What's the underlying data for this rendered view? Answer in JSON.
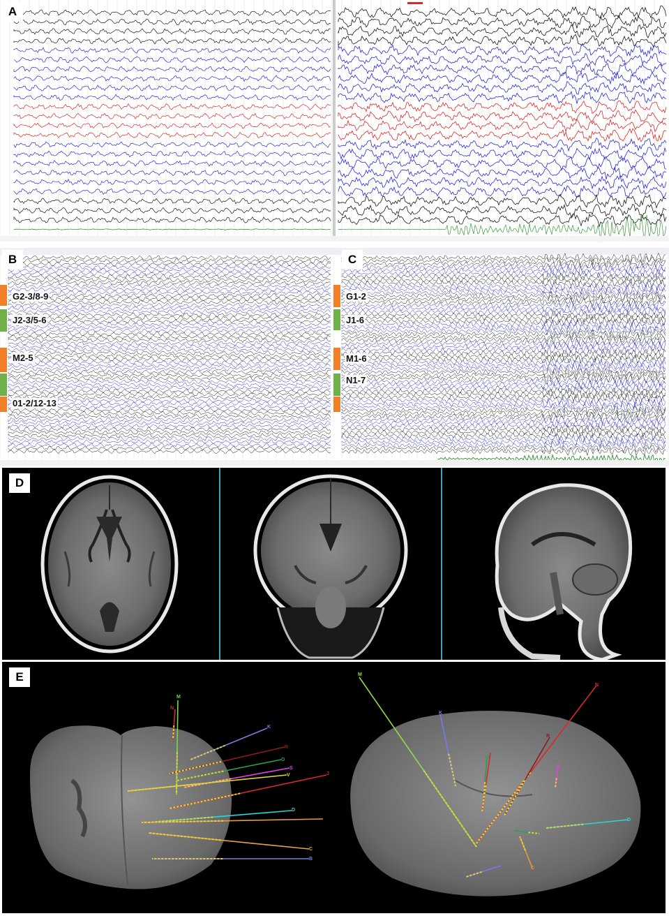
{
  "panels": {
    "a": {
      "label": "A"
    },
    "b": {
      "label": "B",
      "channels": [
        "G2-3/8-9",
        "J2-3/5-6",
        "M2-5",
        "01-2/12-13"
      ]
    },
    "c": {
      "label": "C",
      "channels": [
        "G1-2",
        "J1-6",
        "M1-6",
        "N1-7"
      ]
    },
    "d": {
      "label": "D"
    },
    "e": {
      "label": "E",
      "left_electrodes": [
        "M",
        "N",
        "K",
        "R",
        "O",
        "S",
        "V",
        "J",
        "D",
        "C",
        "B"
      ],
      "right_electrodes": [
        "M",
        "K",
        "N",
        "R",
        "O",
        "S",
        "D",
        "C"
      ]
    }
  },
  "colors": {
    "trace_black": "#1a1a1a",
    "trace_blue": "#2b2bd6",
    "trace_red": "#d62b2b",
    "trace_green": "#1a8a1a",
    "tag_orange": "#f07f2a",
    "tag_green": "#6fb04a",
    "mri_divider": "#3aa9b5"
  }
}
